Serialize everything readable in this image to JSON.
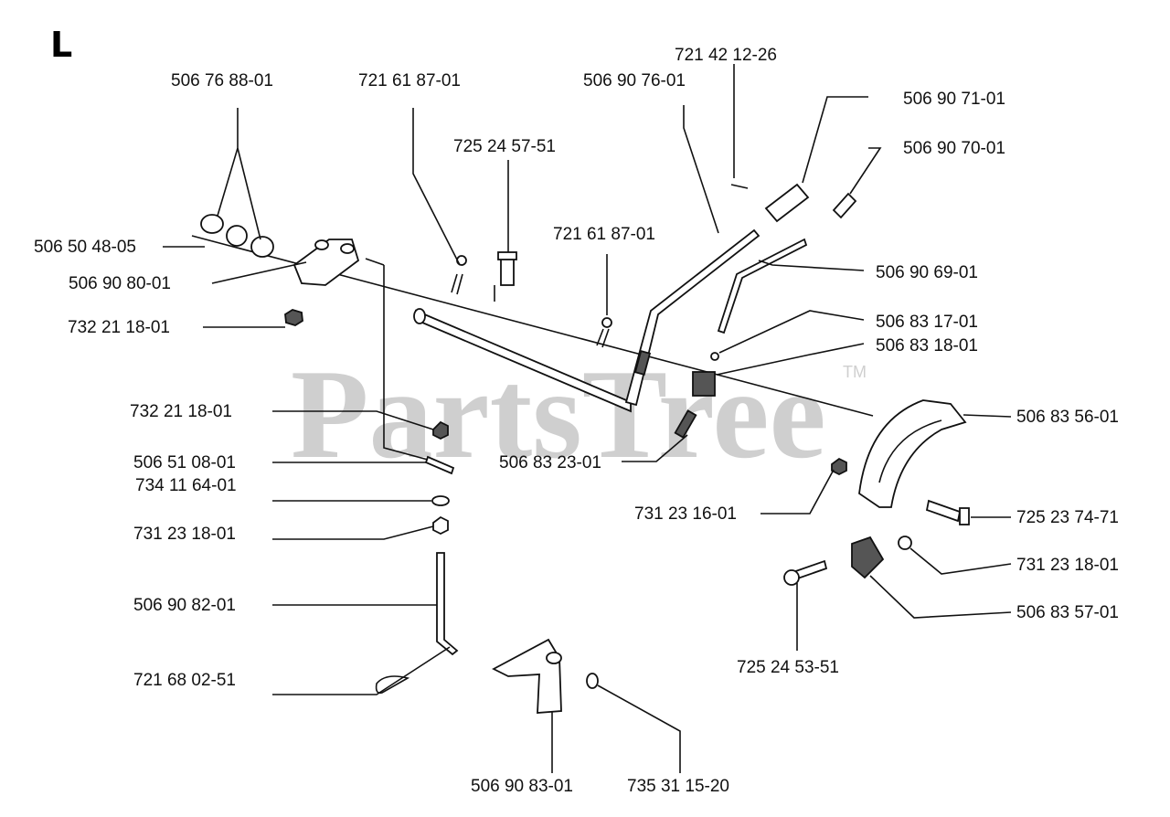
{
  "section_letter": "L",
  "watermark": "PartsTree",
  "trademark": "TM",
  "callouts": {
    "c01": "506 76 88-01",
    "c02": "721 61 87-01",
    "c03": "506 90 76-01",
    "c04": "721 42 12-26",
    "c05": "506 90 71-01",
    "c06": "725 24 57-51",
    "c07": "506 90 70-01",
    "c08": "721 61 87-01",
    "c09": "506 50 48-05",
    "c10": "506 90 80-01",
    "c11": "506 90 69-01",
    "c12": "732 21 18-01",
    "c13": "506 83 17-01",
    "c14": "506 83 18-01",
    "c15": "732 21 18-01",
    "c16": "506 83 56-01",
    "c17": "506 51 08-01",
    "c18": "734 11 64-01",
    "c19": "506 83 23-01",
    "c20": "731 23 18-01",
    "c21": "731 23 16-01",
    "c22": "725 23 74-71",
    "c23": "506 90 82-01",
    "c24": "731 23 18-01",
    "c25": "506 83 57-01",
    "c26": "721 68 02-51",
    "c27": "725 24 53-51",
    "c28": "506 90 83-01",
    "c29": "735 31 15-20"
  }
}
